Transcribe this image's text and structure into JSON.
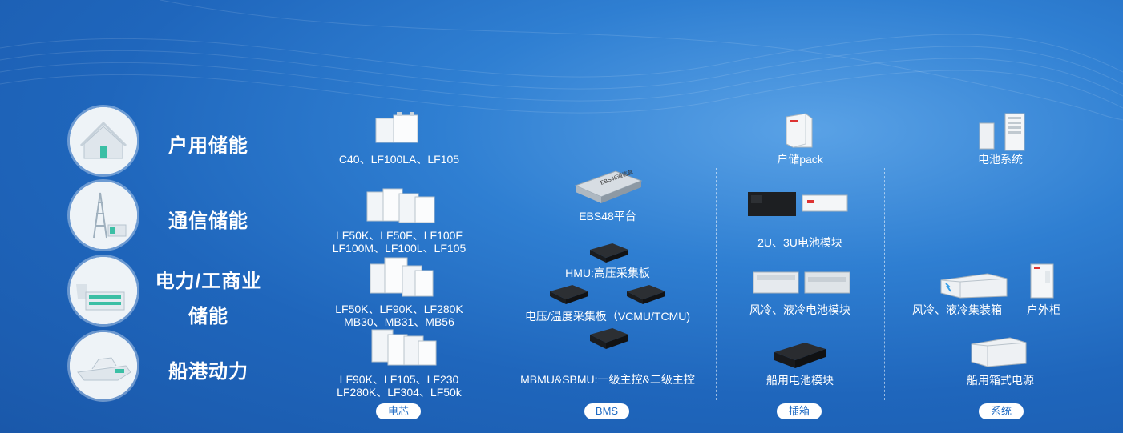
{
  "categories": [
    {
      "label": "户用储能"
    },
    {
      "label": "通信储能"
    },
    {
      "label": "电力/工商业",
      "label2": "储能"
    },
    {
      "label": "船港动力"
    }
  ],
  "columns": {
    "cell": {
      "tag": "电芯",
      "items": [
        {
          "line1": "C40、LF100LA、LF105"
        },
        {
          "line1": "LF50K、LF50F、LF100F",
          "line2": "LF100M、LF100L、LF105"
        },
        {
          "line1": "LF50K、LF90K、LF280K",
          "line2": "MB30、MB31、MB56"
        },
        {
          "line1": "LF90K、LF105、LF230",
          "line2": "LF280K、LF304、LF50k"
        }
      ]
    },
    "bms": {
      "tag": "BMS",
      "items": [
        {
          "label": "EBS48平台"
        },
        {
          "label": "HMU:高压采集板"
        },
        {
          "label": "电压/温度采集板（VCMU/TCMU)"
        },
        {
          "label": "MBMU&SBMU:一级主控&二级主控"
        }
      ],
      "device_text": "EBS48通信盒"
    },
    "pack": {
      "tag": "插箱",
      "items": [
        {
          "label": "户储pack"
        },
        {
          "label": "2U、3U电池模块"
        },
        {
          "label": "风冷、液冷电池模块"
        },
        {
          "label": "船用电池模块"
        }
      ]
    },
    "system": {
      "tag": "系统",
      "items": [
        {
          "label": "电池系统"
        },
        {
          "label": "风冷、液冷集装箱"
        },
        {
          "label": "户外柜"
        },
        {
          "label": "船用箱式电源"
        }
      ]
    }
  },
  "colors": {
    "bg_dark": "#1a58aa",
    "bg_light": "#5aa2e6",
    "pill_text": "#1f6bc4"
  }
}
